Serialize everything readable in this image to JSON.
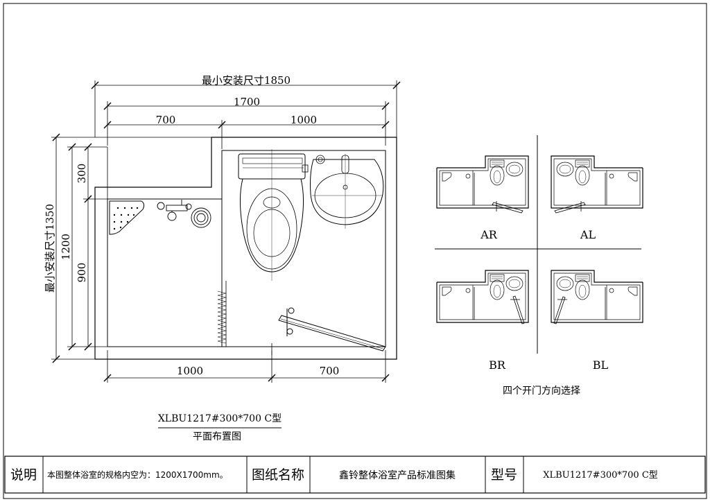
{
  "dims": {
    "min_width": "最小安装尺寸1850",
    "total_width": "1700",
    "top_left": "700",
    "top_right": "1000",
    "bottom_left": "1000",
    "bottom_right": "700",
    "min_height": "最小安装尺寸1350",
    "total_height": "1200",
    "upper_height": "300",
    "lower_height": "900"
  },
  "model_code": "XLBU1217#300*700 C型",
  "plan_label": "平面布置图",
  "options": {
    "labels": [
      "AR",
      "AL",
      "BR",
      "BL"
    ],
    "caption": "四个开门方向选择"
  },
  "title_block": {
    "note_label": "说明",
    "note_text": "本图整体浴室的规格内空为：1200X1700mm。",
    "drawing_name_label": "图纸名称",
    "drawing_name": "鑫铃整体浴室产品标准图集",
    "model_label": "型号",
    "model_value": "XLBU1217#300*700 C型"
  }
}
